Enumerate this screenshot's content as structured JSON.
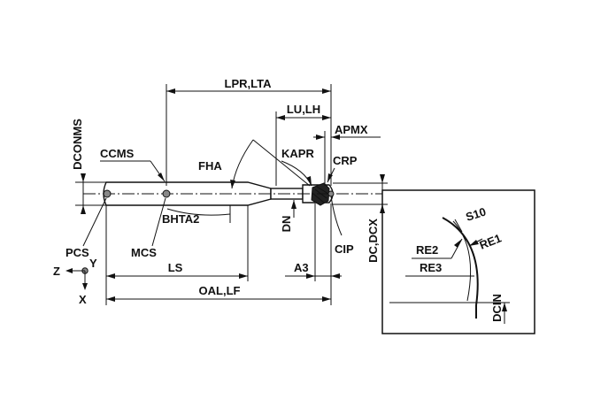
{
  "labels": {
    "lpr_lta": "LPR,LTA",
    "lu_lh": "LU,LH",
    "apmx": "APMX",
    "dconms": "DCONMS",
    "ccms": "CCMS",
    "fha": "FHA",
    "kapr": "KAPR",
    "crp": "CRP",
    "bhta2": "BHTA2",
    "dn": "DN",
    "dc_dcx": "DC,DCX",
    "pcs": "PCS",
    "mcs": "MCS",
    "cip": "CIP",
    "axis_z": "Z",
    "axis_y": "Y",
    "axis_x": "X",
    "ls": "LS",
    "a3": "A3",
    "oal_lf": "OAL,LF"
  },
  "detail": {
    "s10": "S10",
    "re1": "RE1",
    "re2": "RE2",
    "re3": "RE3",
    "dcin": "DCIN"
  }
}
